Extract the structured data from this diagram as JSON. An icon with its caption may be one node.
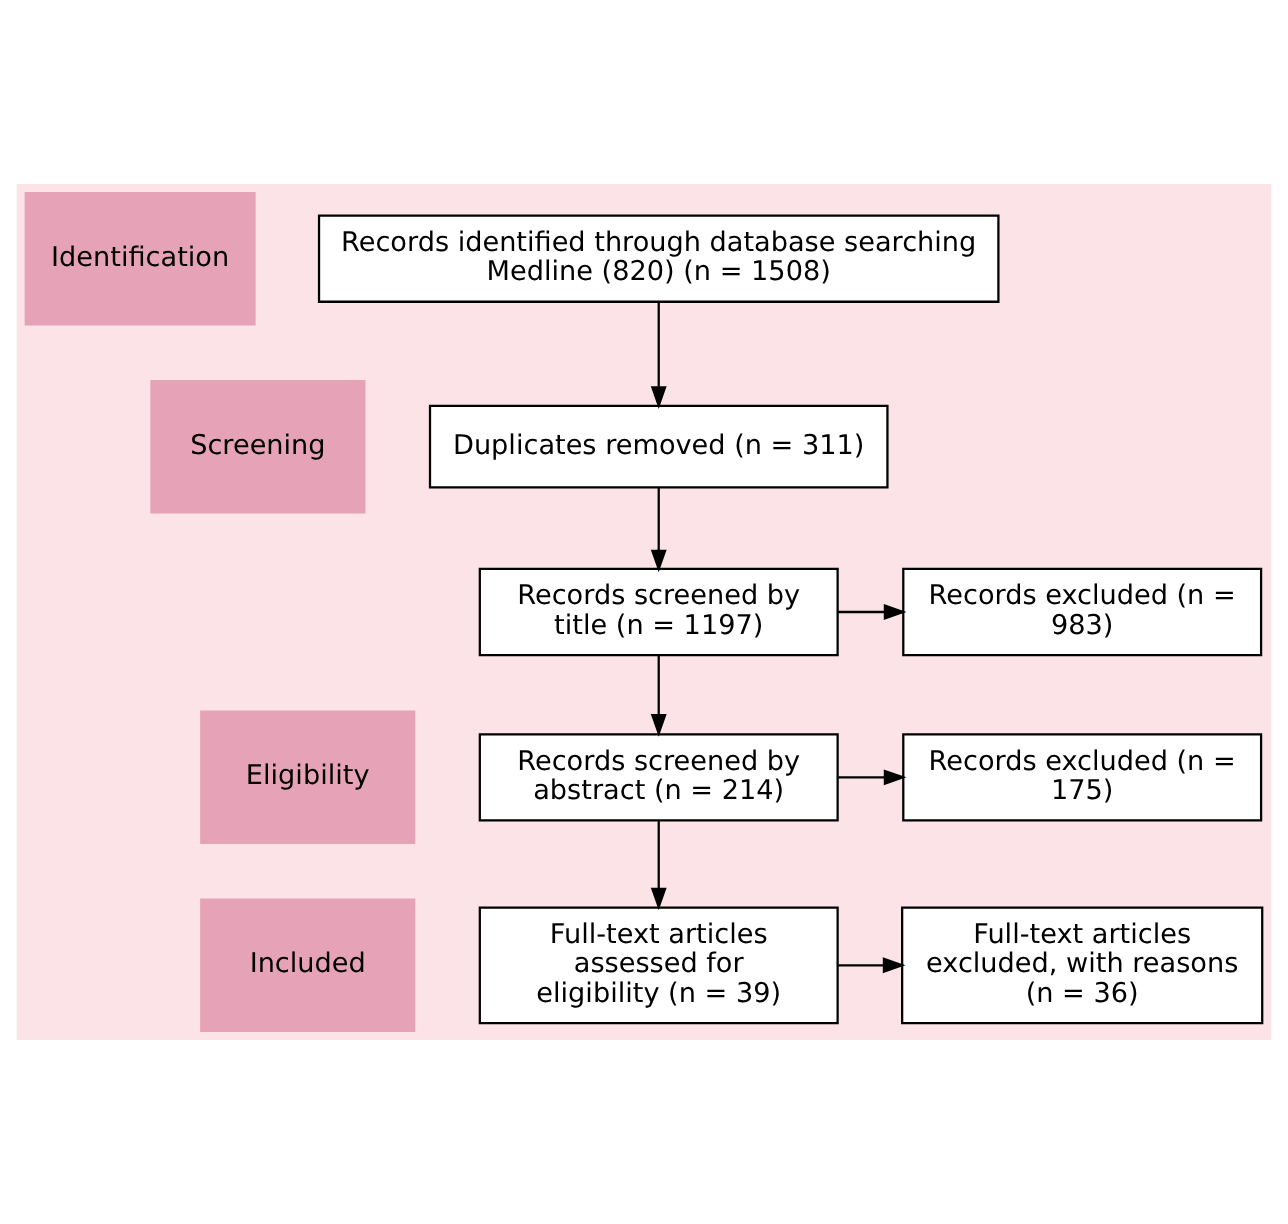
{
  "diagram": {
    "nodes": [
      {
        "text": [
          "Identification"
        ]
      },
      {
        "text": [
          "Screening"
        ]
      },
      {
        "text": [
          "Eligibility"
        ]
      },
      {
        "text": [
          "Included"
        ]
      },
      {
        "text": [
          "Records identified through database searching Medline (820) (n = 1508)"
        ]
      },
      {
        "text": [
          "Duplicates removed (n = 311)"
        ]
      },
      {
        "text": [
          "Records screened by title (n = 1197)"
        ]
      },
      {
        "text": [
          "Records excluded (n = 983)"
        ]
      },
      {
        "text": [
          "Records screened by abstract (n = 214)"
        ]
      },
      {
        "text": [
          "Records excluded (n = 175)"
        ]
      },
      {
        "text": [
          "Full-text articles assessed for eligibility (n = 39)"
        ]
      },
      {
        "text": [
          "Full-text articles excluded, with reasons (n = 36)"
        ]
      }
    ],
    "edges": [
      {
        "from": 4,
        "to": 5,
        "arrow": "to"
      },
      {
        "from": 5,
        "to": 6,
        "arrow": "to"
      },
      {
        "from": 6,
        "to": 7,
        "arrow": "to"
      },
      {
        "from": 6,
        "to": 8,
        "arrow": "to"
      },
      {
        "from": 8,
        "to": 9,
        "arrow": "to"
      },
      {
        "from": 8,
        "to": 10,
        "arrow": "to"
      },
      {
        "from": 10,
        "to": 11,
        "arrow": "to"
      }
    ]
  }
}
